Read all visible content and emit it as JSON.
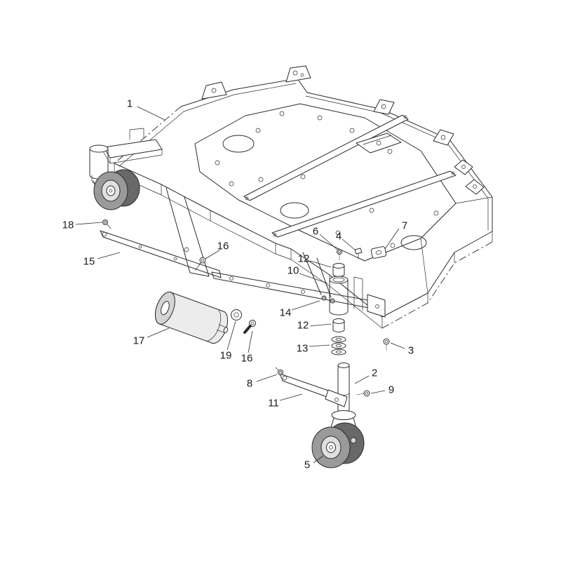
{
  "diagram": {
    "kind": "exploded-parts-line-drawing",
    "colors": {
      "background": "#ffffff",
      "line": "#2b2b2b",
      "tire": "#9a9a9a",
      "tire_shadow": "#686868",
      "hub": "#e0e0e0"
    },
    "callouts": [
      {
        "label": "1"
      },
      {
        "label": "18"
      },
      {
        "label": "15"
      },
      {
        "label": "16"
      },
      {
        "label": "17"
      },
      {
        "label": "19"
      },
      {
        "label": "16"
      },
      {
        "label": "6"
      },
      {
        "label": "4"
      },
      {
        "label": "7"
      },
      {
        "label": "12"
      },
      {
        "label": "10"
      },
      {
        "label": "14"
      },
      {
        "label": "12"
      },
      {
        "label": "13"
      },
      {
        "label": "3"
      },
      {
        "label": "8"
      },
      {
        "label": "2"
      },
      {
        "label": "9"
      },
      {
        "label": "11"
      },
      {
        "label": "5"
      }
    ]
  }
}
